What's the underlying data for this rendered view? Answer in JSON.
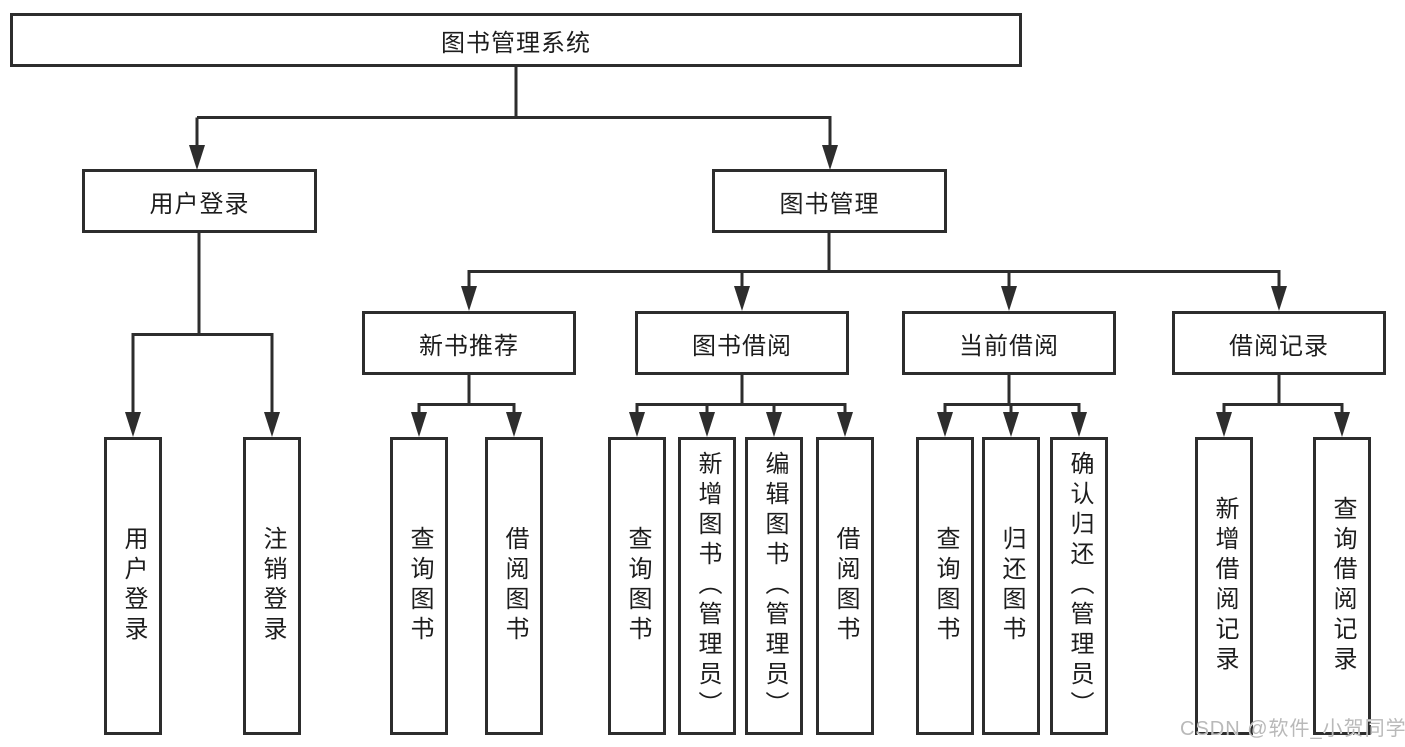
{
  "tree": {
    "label": "图书管理系统",
    "children": [
      {
        "label": "用户登录",
        "children": [
          {
            "label": "用户登录"
          },
          {
            "label": "注销登录"
          }
        ]
      },
      {
        "label": "图书管理",
        "children": [
          {
            "label": "新书推荐",
            "children": [
              {
                "label": "查询图书"
              },
              {
                "label": "借阅图书"
              }
            ]
          },
          {
            "label": "图书借阅",
            "children": [
              {
                "label": "查询图书"
              },
              {
                "label": "新增图书（管理员）"
              },
              {
                "label": "编辑图书（管理员）"
              },
              {
                "label": "借阅图书"
              }
            ]
          },
          {
            "label": "当前借阅",
            "children": [
              {
                "label": "查询图书"
              },
              {
                "label": "归还图书"
              },
              {
                "label": "确认归还（管理员）"
              }
            ]
          },
          {
            "label": "借阅记录",
            "children": [
              {
                "label": "新增借阅记录"
              },
              {
                "label": "查询借阅记录"
              }
            ]
          }
        ]
      }
    ]
  },
  "watermark": {
    "text": "CSDN @软件_小贺同学"
  },
  "colors": {
    "line": "#2d2d2d",
    "box_border": "#2d2d2d",
    "background": "#ffffff",
    "text": "#1d1d1d",
    "watermark": "#b9b9b9"
  }
}
